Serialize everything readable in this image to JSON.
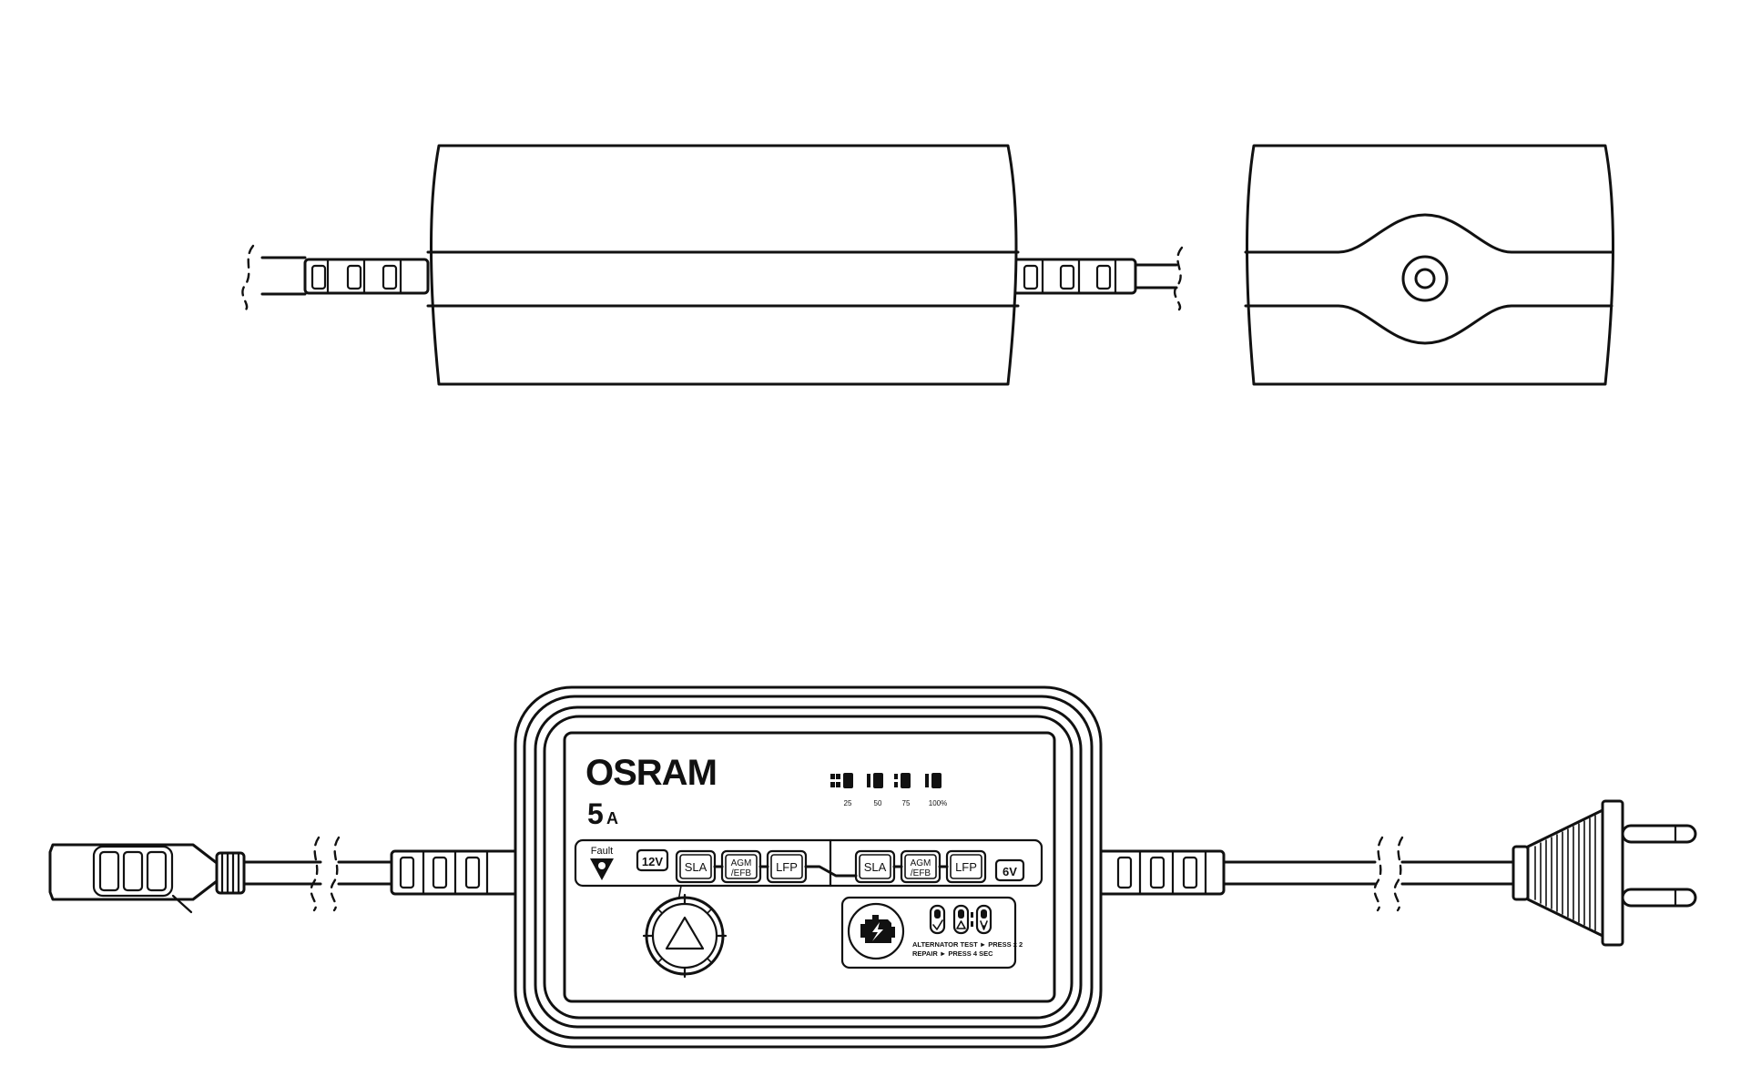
{
  "panel": {
    "brand": "OSRAM",
    "rating_number": "5",
    "rating_unit": "A",
    "charge_levels": [
      "25",
      "50",
      "75",
      "100%"
    ],
    "fault_label": "Fault",
    "voltage_12": "12V",
    "voltage_6": "6V",
    "modes_12v": [
      "SLA",
      "AGM/EFB",
      "LFP"
    ],
    "modes_6v": [
      "SLA",
      "AGM/EFB",
      "LFP"
    ],
    "mode_agm_line1": "AGM",
    "mode_agm_line2": "/EFB",
    "alternator_text": "ALTERNATOR TEST ► PRESS x 2",
    "repair_text": "REPAIR ► PRESS 4 SEC"
  },
  "icons": {
    "fault": "fault-triangle-icon",
    "mode_button": "warning-triangle-icon",
    "engine": "engine-lightning-icon",
    "status_ok": "check-icon",
    "status_warn": "warning-icon",
    "status_repair": "repair-icon"
  }
}
